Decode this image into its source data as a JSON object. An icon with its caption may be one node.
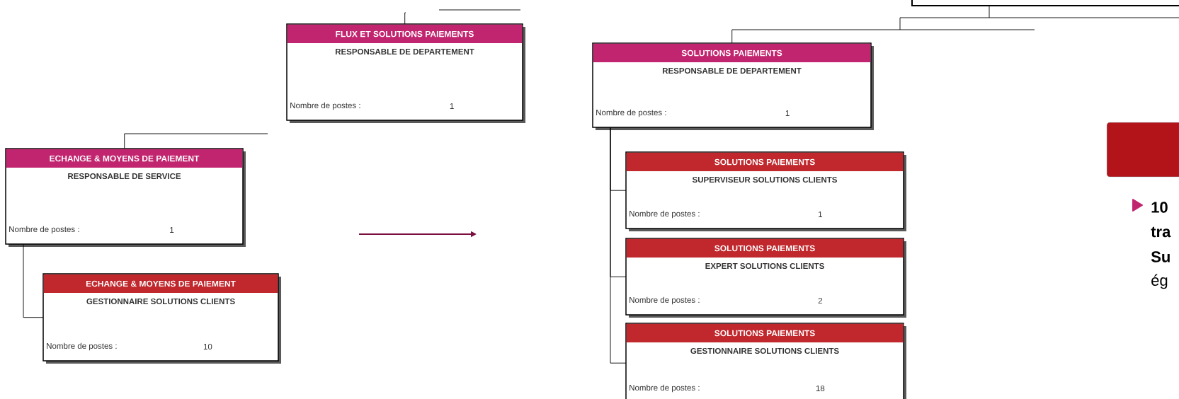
{
  "diagram": {
    "nodes": [
      {
        "text": [
          "FLUX ET SOLUTIONS PAIEMENTS",
          "RESPONSABLE DE DEPARTEMENT",
          "Nombre de postes :",
          "1"
        ]
      },
      {
        "text": [
          "ECHANGE & MOYENS DE PAIEMENT",
          "RESPONSABLE DE SERVICE",
          "Nombre de postes :",
          "1"
        ]
      },
      {
        "text": [
          "ECHANGE & MOYENS DE PAIEMENT",
          "GESTIONNAIRE SOLUTIONS CLIENTS",
          "Nombre de postes :",
          "10"
        ]
      },
      {
        "text": [
          "SOLUTIONS PAIEMENTS",
          "RESPONSABLE DE DEPARTEMENT",
          "Nombre de postes :",
          "1"
        ]
      },
      {
        "text": [
          "SOLUTIONS PAIEMENTS",
          "SUPERVISEUR SOLUTIONS CLIENTS",
          "Nombre de postes :",
          "1"
        ]
      },
      {
        "text": [
          "SOLUTIONS PAIEMENTS",
          "EXPERT SOLUTIONS CLIENTS",
          "Nombre de postes :",
          "2"
        ]
      },
      {
        "text": [
          "SOLUTIONS PAIEMENTS",
          "GESTIONNAIRE SOLUTIONS CLIENTS",
          "Nombre de postes :",
          "18"
        ]
      }
    ],
    "edges": [
      {
        "from": null,
        "to": 0,
        "arrow": "none"
      },
      {
        "from": null,
        "to": 1,
        "arrow": "none"
      },
      {
        "from": 1,
        "to": 2,
        "arrow": "none"
      },
      {
        "from": null,
        "to": 3,
        "arrow": "none"
      },
      {
        "from": 3,
        "to": 4,
        "arrow": "none"
      },
      {
        "from": 3,
        "to": 5,
        "arrow": "none"
      },
      {
        "from": 3,
        "to": 6,
        "arrow": "none"
      }
    ],
    "labels": [
      "10",
      "tra",
      "Su",
      "ég"
    ]
  }
}
